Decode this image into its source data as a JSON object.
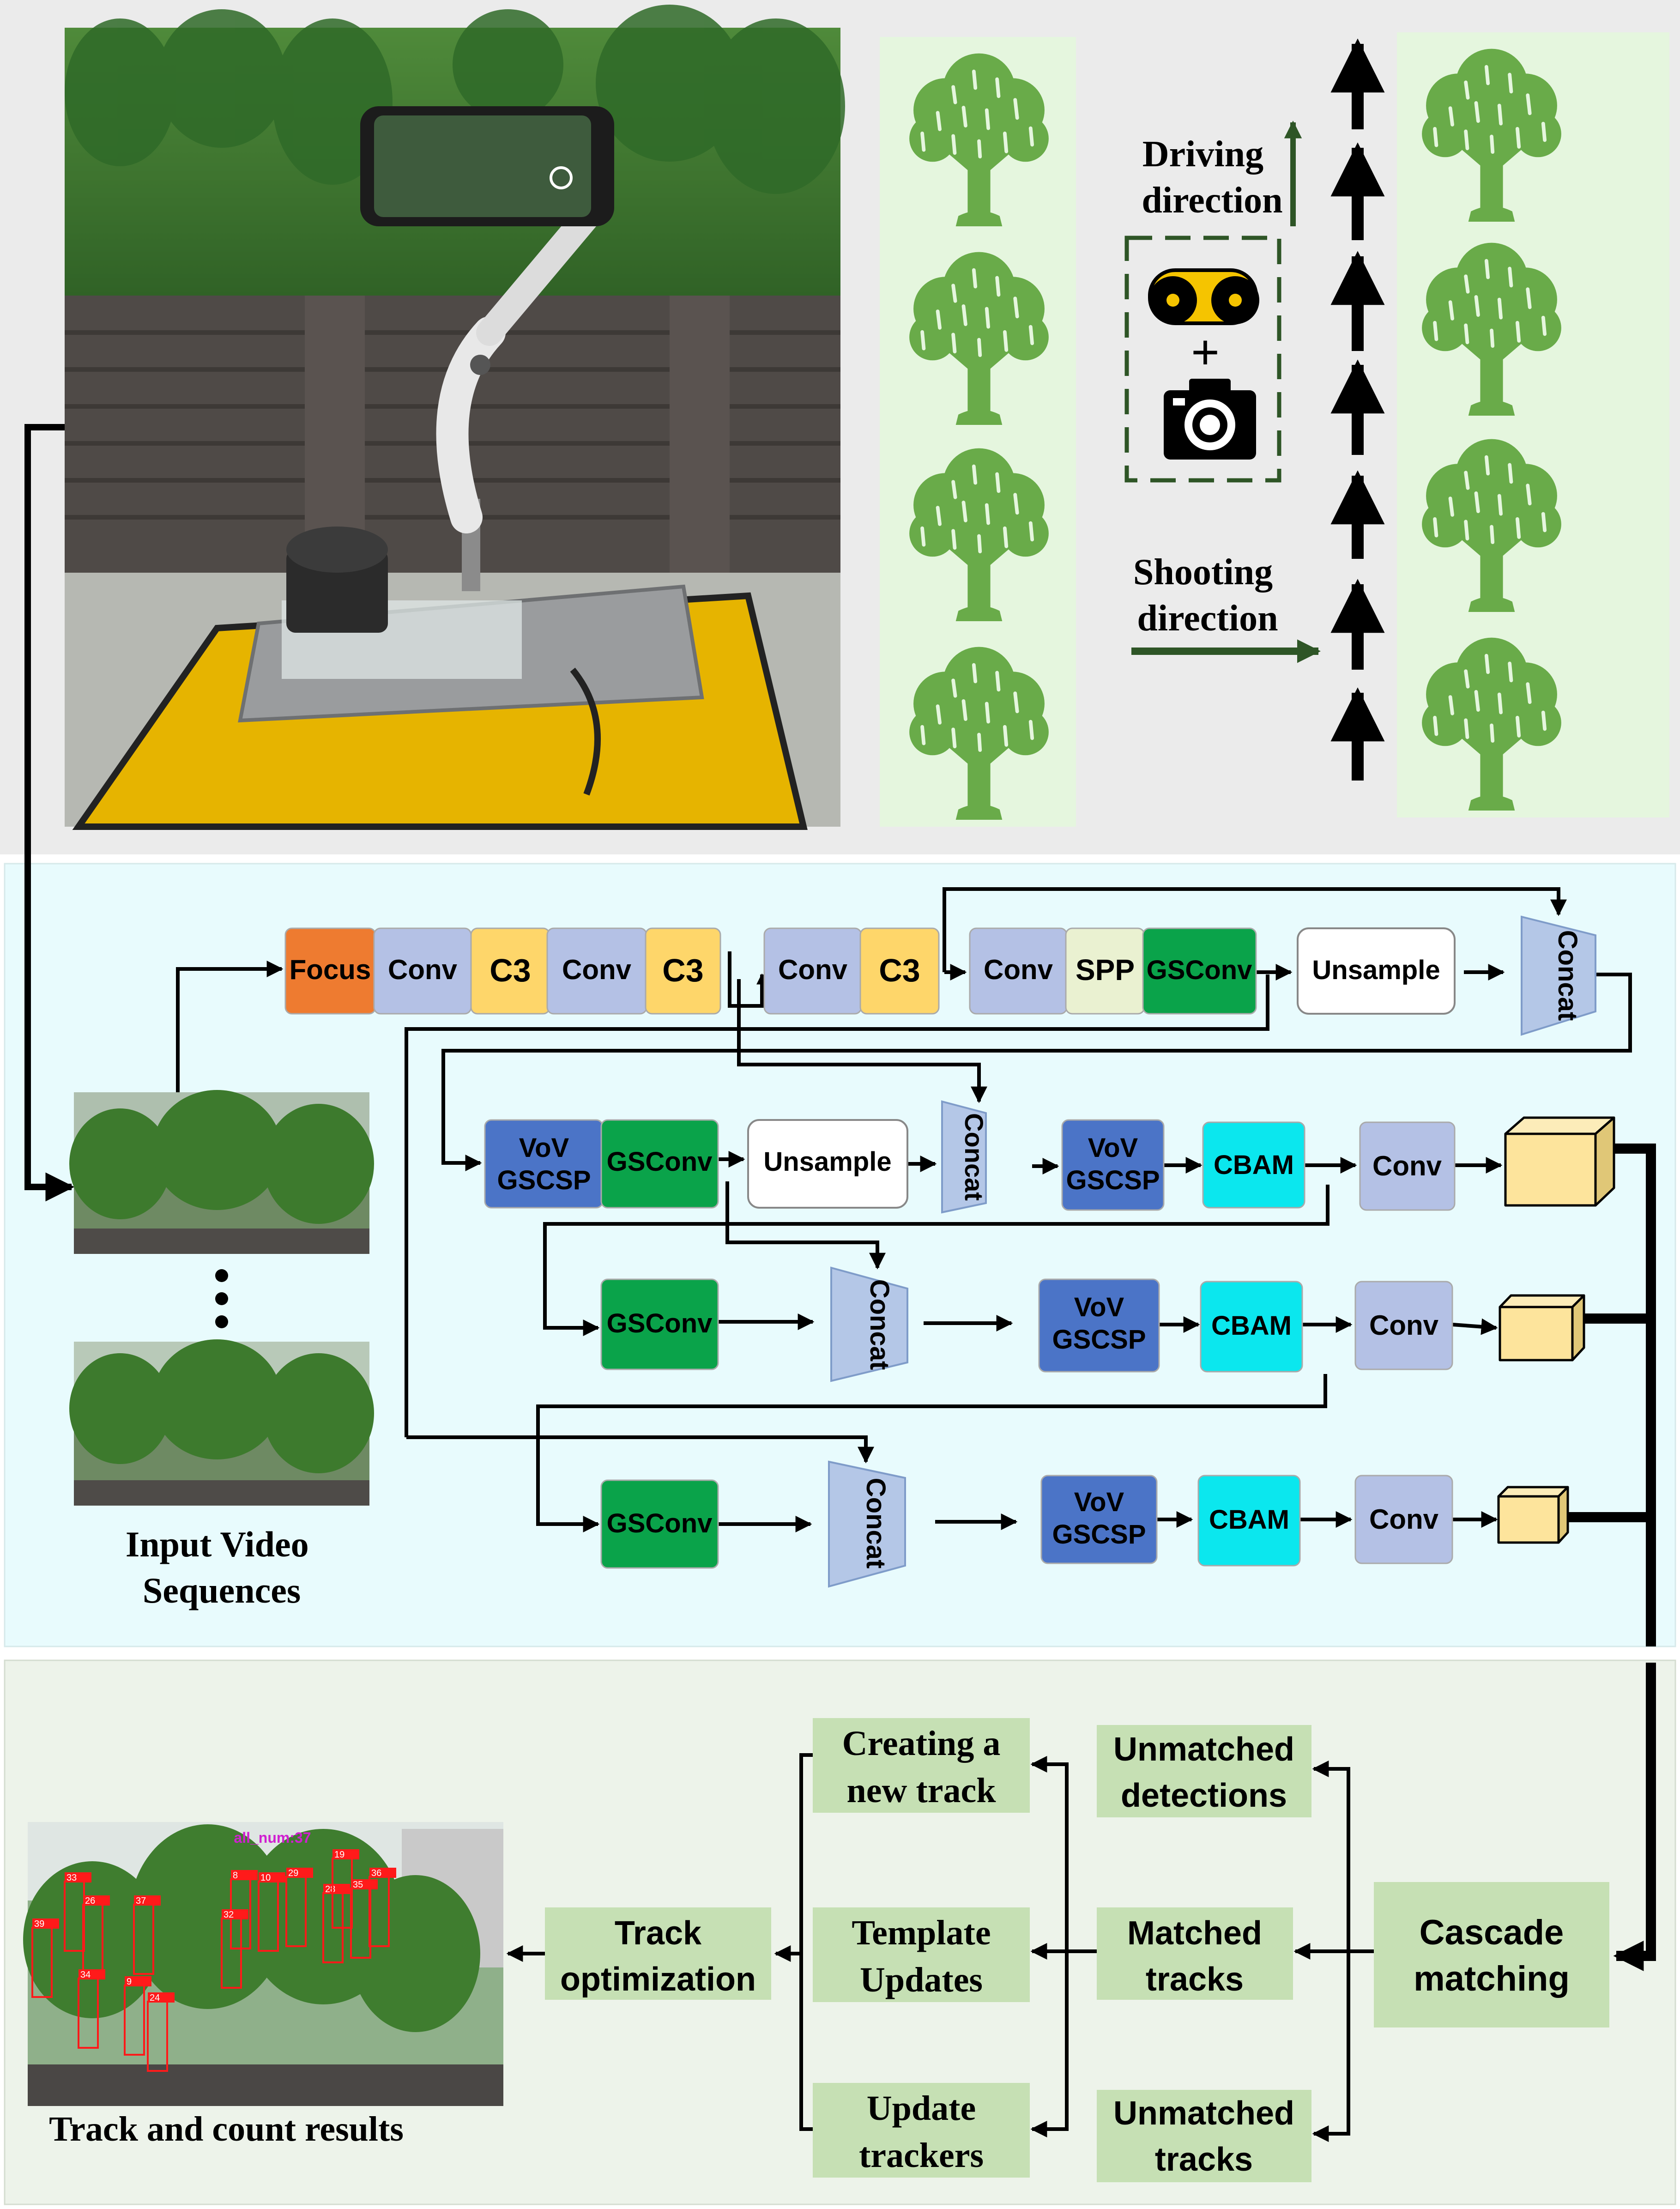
{
  "colors": {
    "panel_top": "#ebebeb",
    "panel_mid": "#e8fbfd",
    "panel_bottom": "#edf3ea",
    "tree_strip": "#e5f6de",
    "tree": "#69ab49",
    "arrow_dark": "#2e5526",
    "focus": "#ee7b30",
    "conv": "#b4c1e5",
    "c3": "#fed66a",
    "spp": "#eaf1d1",
    "gsconv": "#0aa34a",
    "vov": "#4b74c7",
    "cbam": "#0be7ee",
    "concat": "#b4c7e7",
    "green_box": "#c6e0b4",
    "cube": "#fde49c"
  },
  "icons": {
    "tree": "tree-icon",
    "robot": "tracked-robot-icon",
    "camera": "camera-icon",
    "more": "vertical-ellipsis-icon"
  },
  "labels": {
    "driving_direction": [
      "Driving",
      "direction"
    ],
    "shooting_direction": [
      "Shooting",
      "direction"
    ],
    "plus": "+",
    "input_video": [
      "Input Video",
      "Sequences"
    ],
    "track_results": "Track and count results",
    "overlay_count": "all_num:37"
  },
  "network": {
    "focus": "Focus",
    "conv": "Conv",
    "c3": "C3",
    "spp": "SPP",
    "gsconv": "GSConv",
    "unsample": "Unsample",
    "concat": "Concat",
    "vov": [
      "VoV",
      "GSCSP"
    ],
    "cbam": "CBAM"
  },
  "tracking": {
    "cascade": [
      "Cascade",
      "matching"
    ],
    "unmatched_detections": [
      "Unmatched",
      "detections"
    ],
    "matched_tracks": [
      "Matched",
      "tracks"
    ],
    "unmatched_tracks": [
      "Unmatched",
      "tracks"
    ],
    "creating_track": [
      "Creating a",
      "new track"
    ],
    "template_updates": [
      "Template",
      "Updates"
    ],
    "update_trackers": [
      "Update",
      "trackers"
    ],
    "track_optimization": [
      "Track",
      "optimization"
    ]
  },
  "detection_ids": [
    "33",
    "26",
    "37",
    "39",
    "34",
    "9",
    "24",
    "8",
    "10",
    "29",
    "28",
    "32",
    "35",
    "36",
    "19"
  ]
}
